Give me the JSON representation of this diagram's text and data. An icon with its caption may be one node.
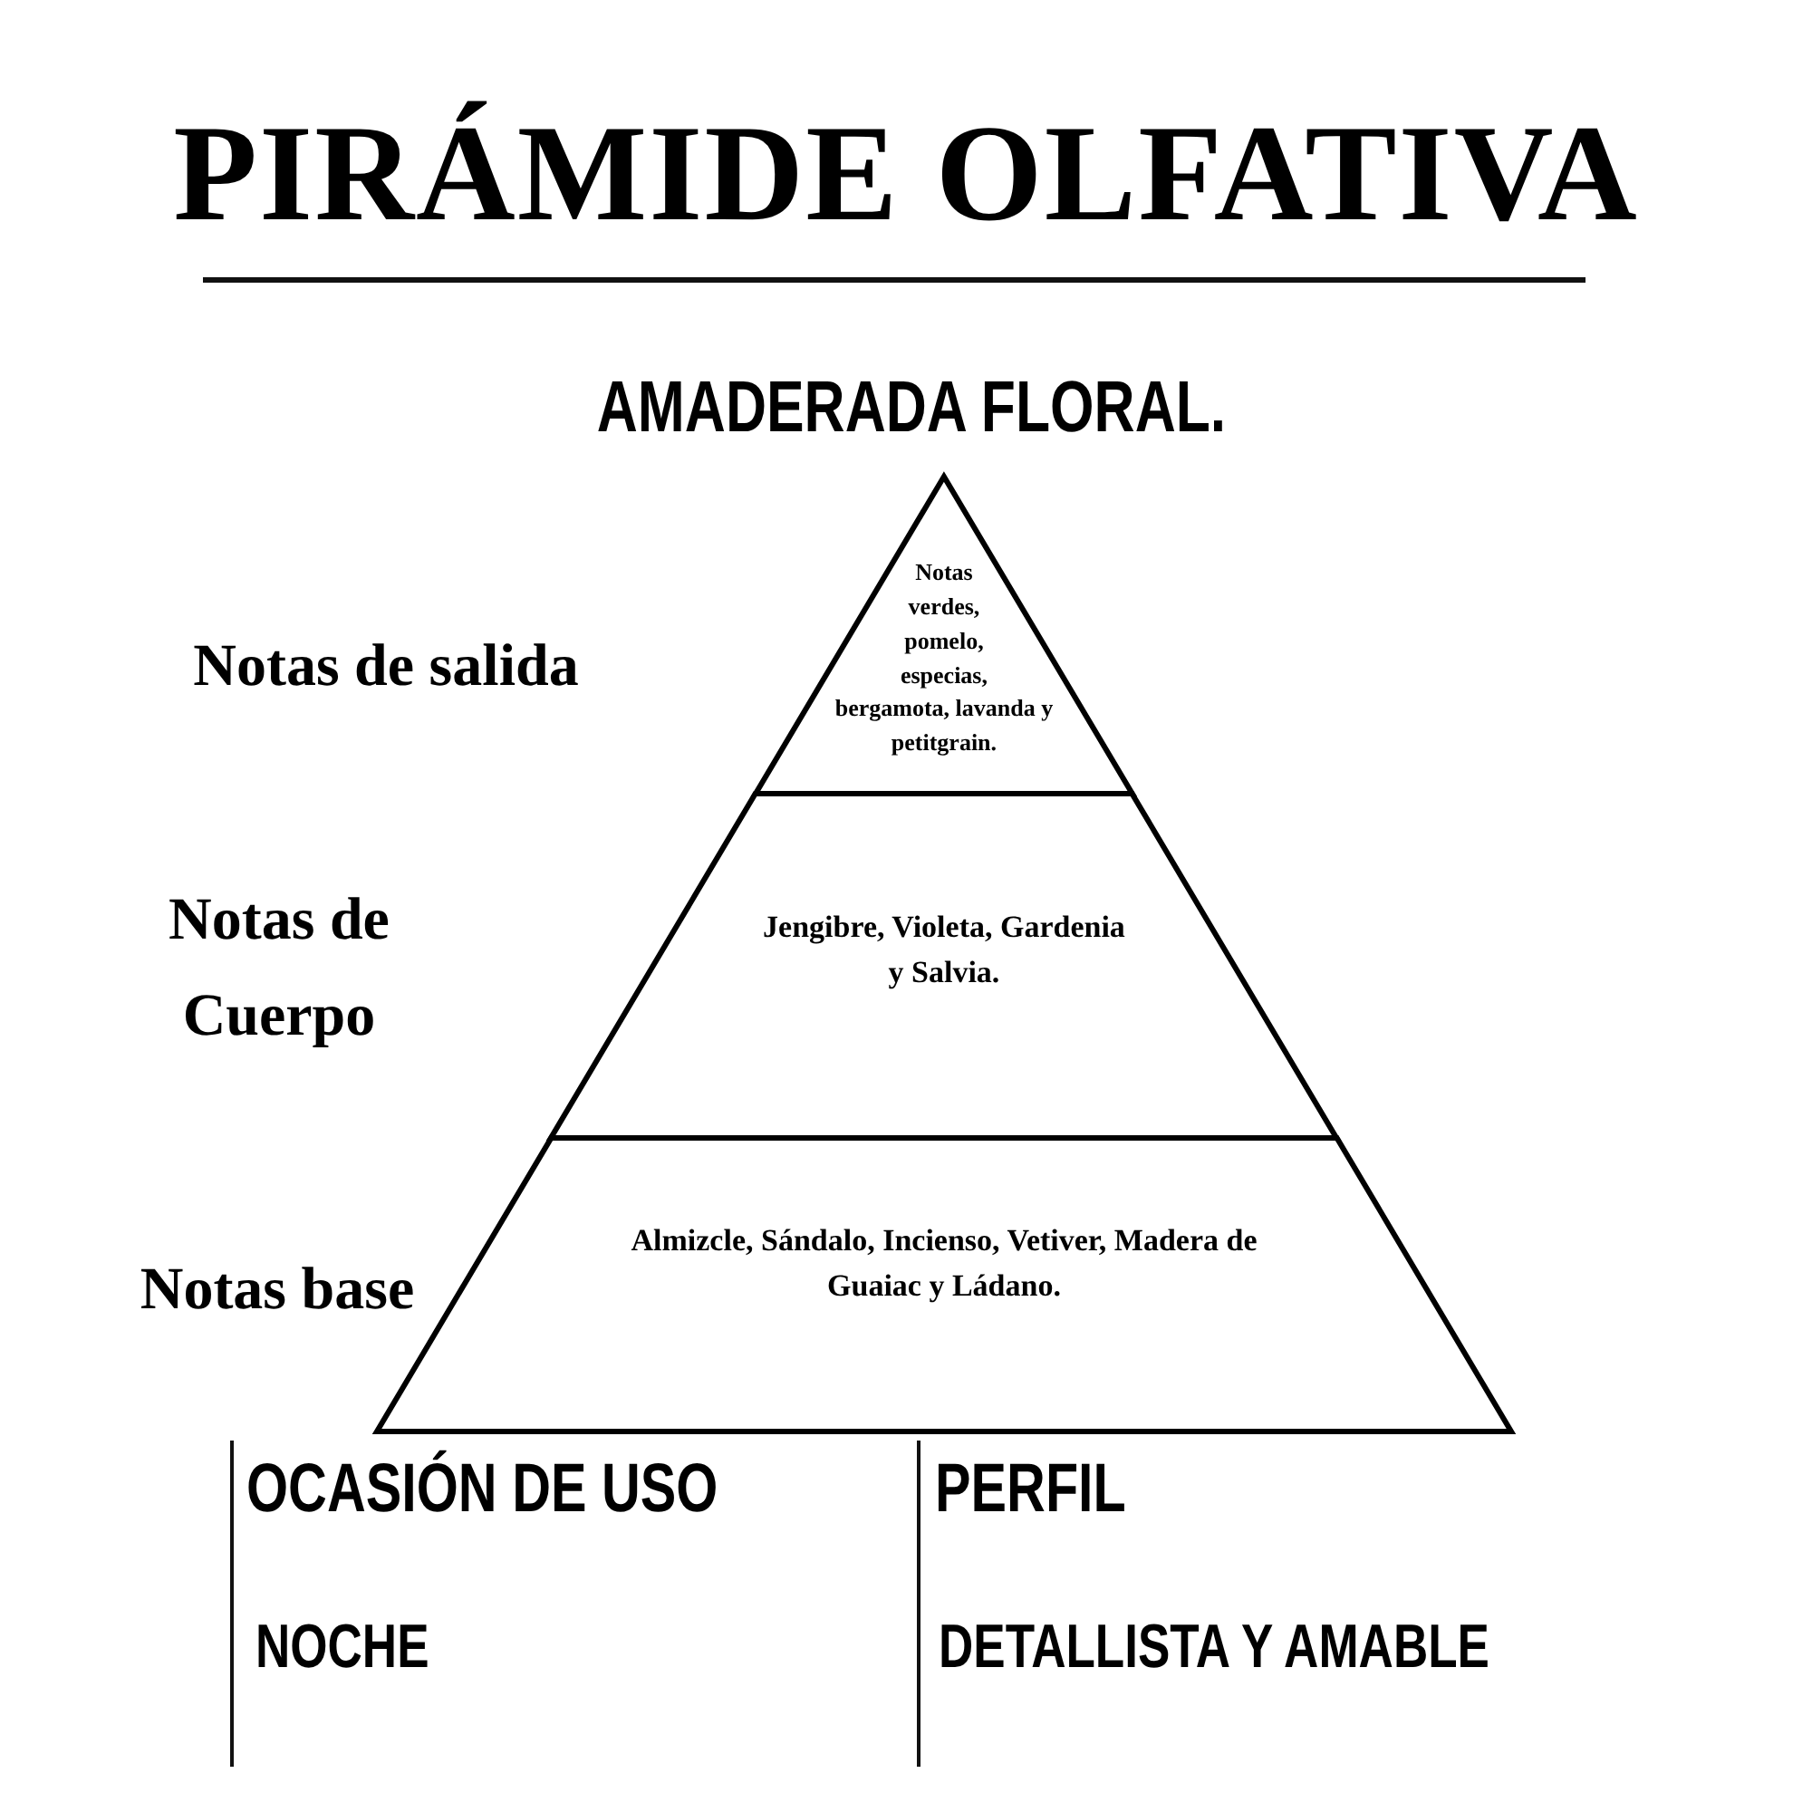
{
  "diagram": {
    "title": "PIRÁMIDE OLFATIVA",
    "nodes": [
      {
        "text": [
          "Notas verdes, pomelo, especias, bergamota, lavanda y petitgrain."
        ]
      },
      {
        "text": [
          "Jengibre, Violeta, Gardenia y Salvia."
        ]
      },
      {
        "text": [
          "Almizcle, Sándalo, Incienso, Vetiver, Madera de Guaiac y Ládano."
        ]
      }
    ],
    "labels": [
      "AMADERADA FLORAL.",
      "Notas de salida",
      "Notas de Cuerpo",
      "Notas base",
      "OCASIÓN DE USO",
      "PERFIL",
      "NOCHE",
      "DETALLISTA Y AMABLE"
    ]
  }
}
